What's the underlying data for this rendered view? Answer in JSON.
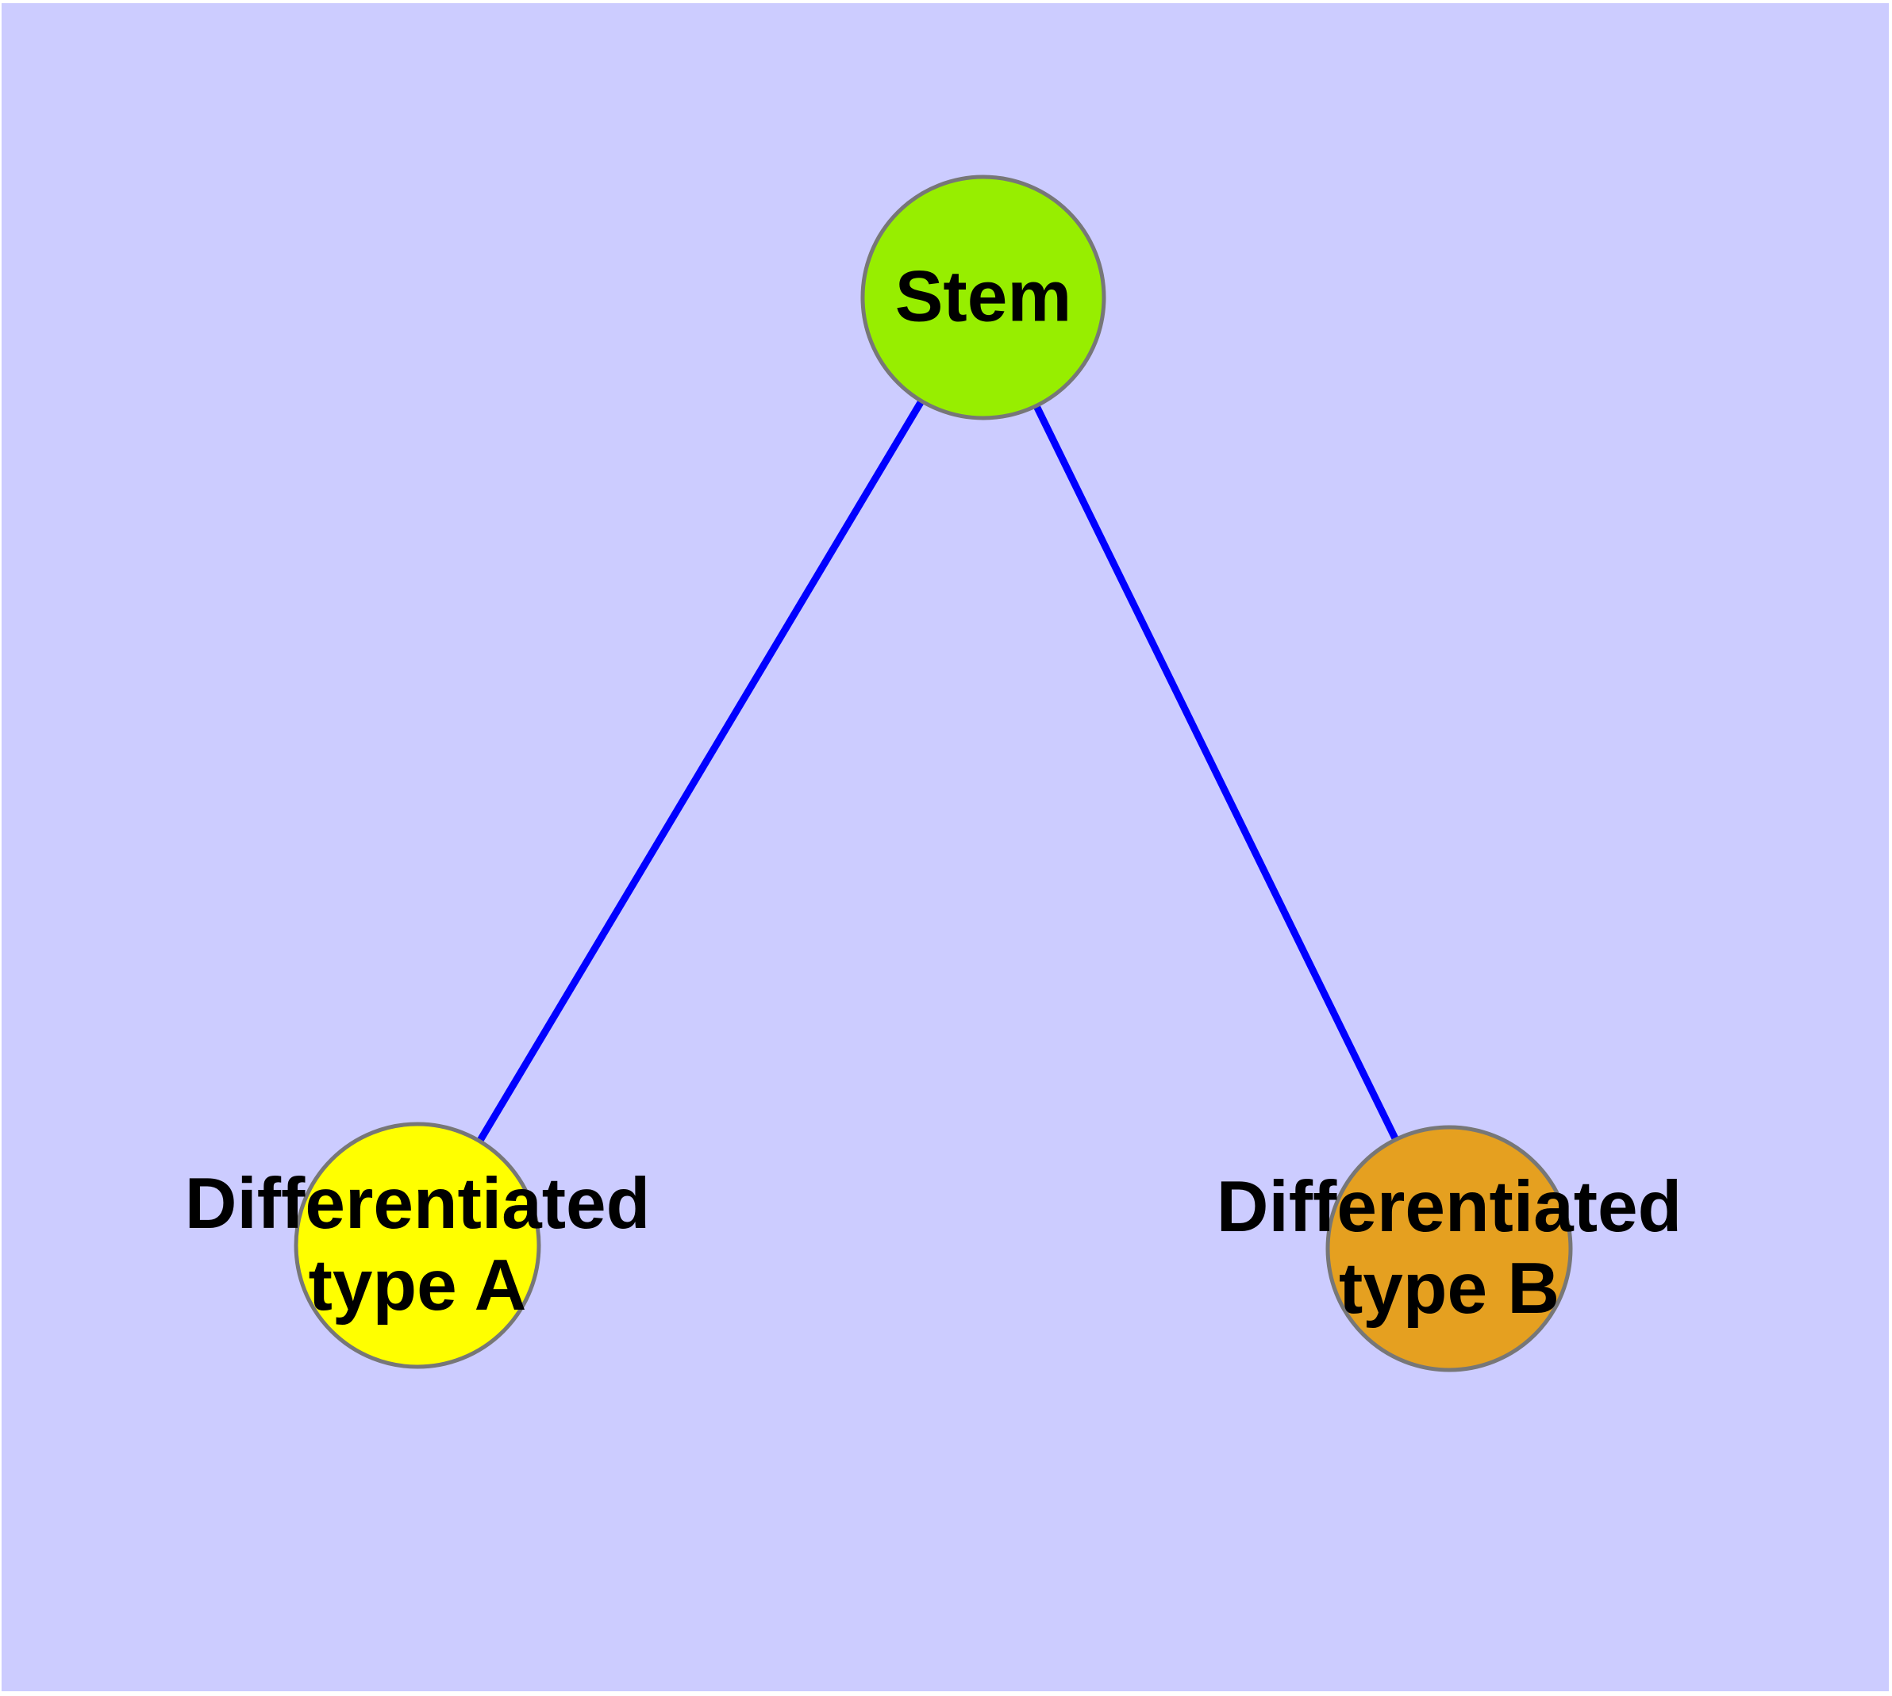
{
  "diagram": {
    "background_color": "#CCCCFF",
    "page_margin_color": "#FFFFFF",
    "edge_color": "#0000FF",
    "node_border_color": "#777777",
    "text_color": "#000000",
    "nodes": [
      {
        "id": "stem",
        "label": "Stem",
        "color": "#97EE00"
      },
      {
        "id": "type-a",
        "label": "Differentiated\ntype A",
        "color": "#FFFF00"
      },
      {
        "id": "type-b",
        "label": "Differentiated\ntype B",
        "color": "#E5A020"
      }
    ],
    "edges": [
      {
        "from": "Stem",
        "to": "Differentiated type A"
      },
      {
        "from": "Stem",
        "to": "Differentiated type B"
      }
    ]
  }
}
